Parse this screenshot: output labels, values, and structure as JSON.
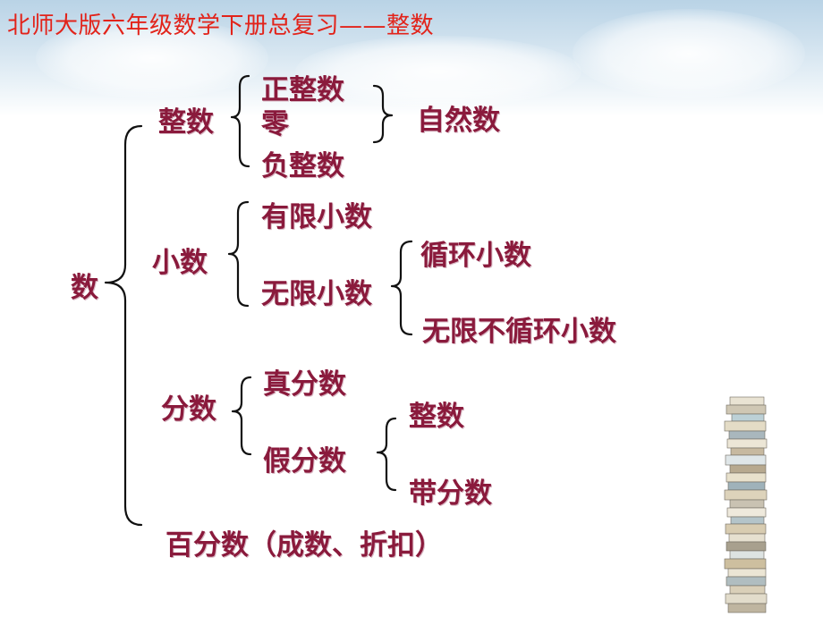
{
  "title": "北师大版六年级数学下册总复习——整数",
  "tree": {
    "root": "数",
    "integer": {
      "label": "整数",
      "positive": "正整数",
      "zero": "零",
      "negative": "负整数",
      "natural": "自然数"
    },
    "decimal": {
      "label": "小数",
      "finite": "有限小数",
      "infinite": "无限小数",
      "repeating": "循环小数",
      "nonrepeating": "无限不循环小数"
    },
    "fraction": {
      "label": "分数",
      "proper": "真分数",
      "improper": "假分数",
      "whole": "整数",
      "mixed": "带分数"
    },
    "percent": "百分数（成数、折扣）"
  },
  "colors": {
    "title": "#e2231a",
    "node_text": "#8a1a3c",
    "bracket": "#111111",
    "sky": "#b9d3e6"
  },
  "decoration": "book-stack-image"
}
